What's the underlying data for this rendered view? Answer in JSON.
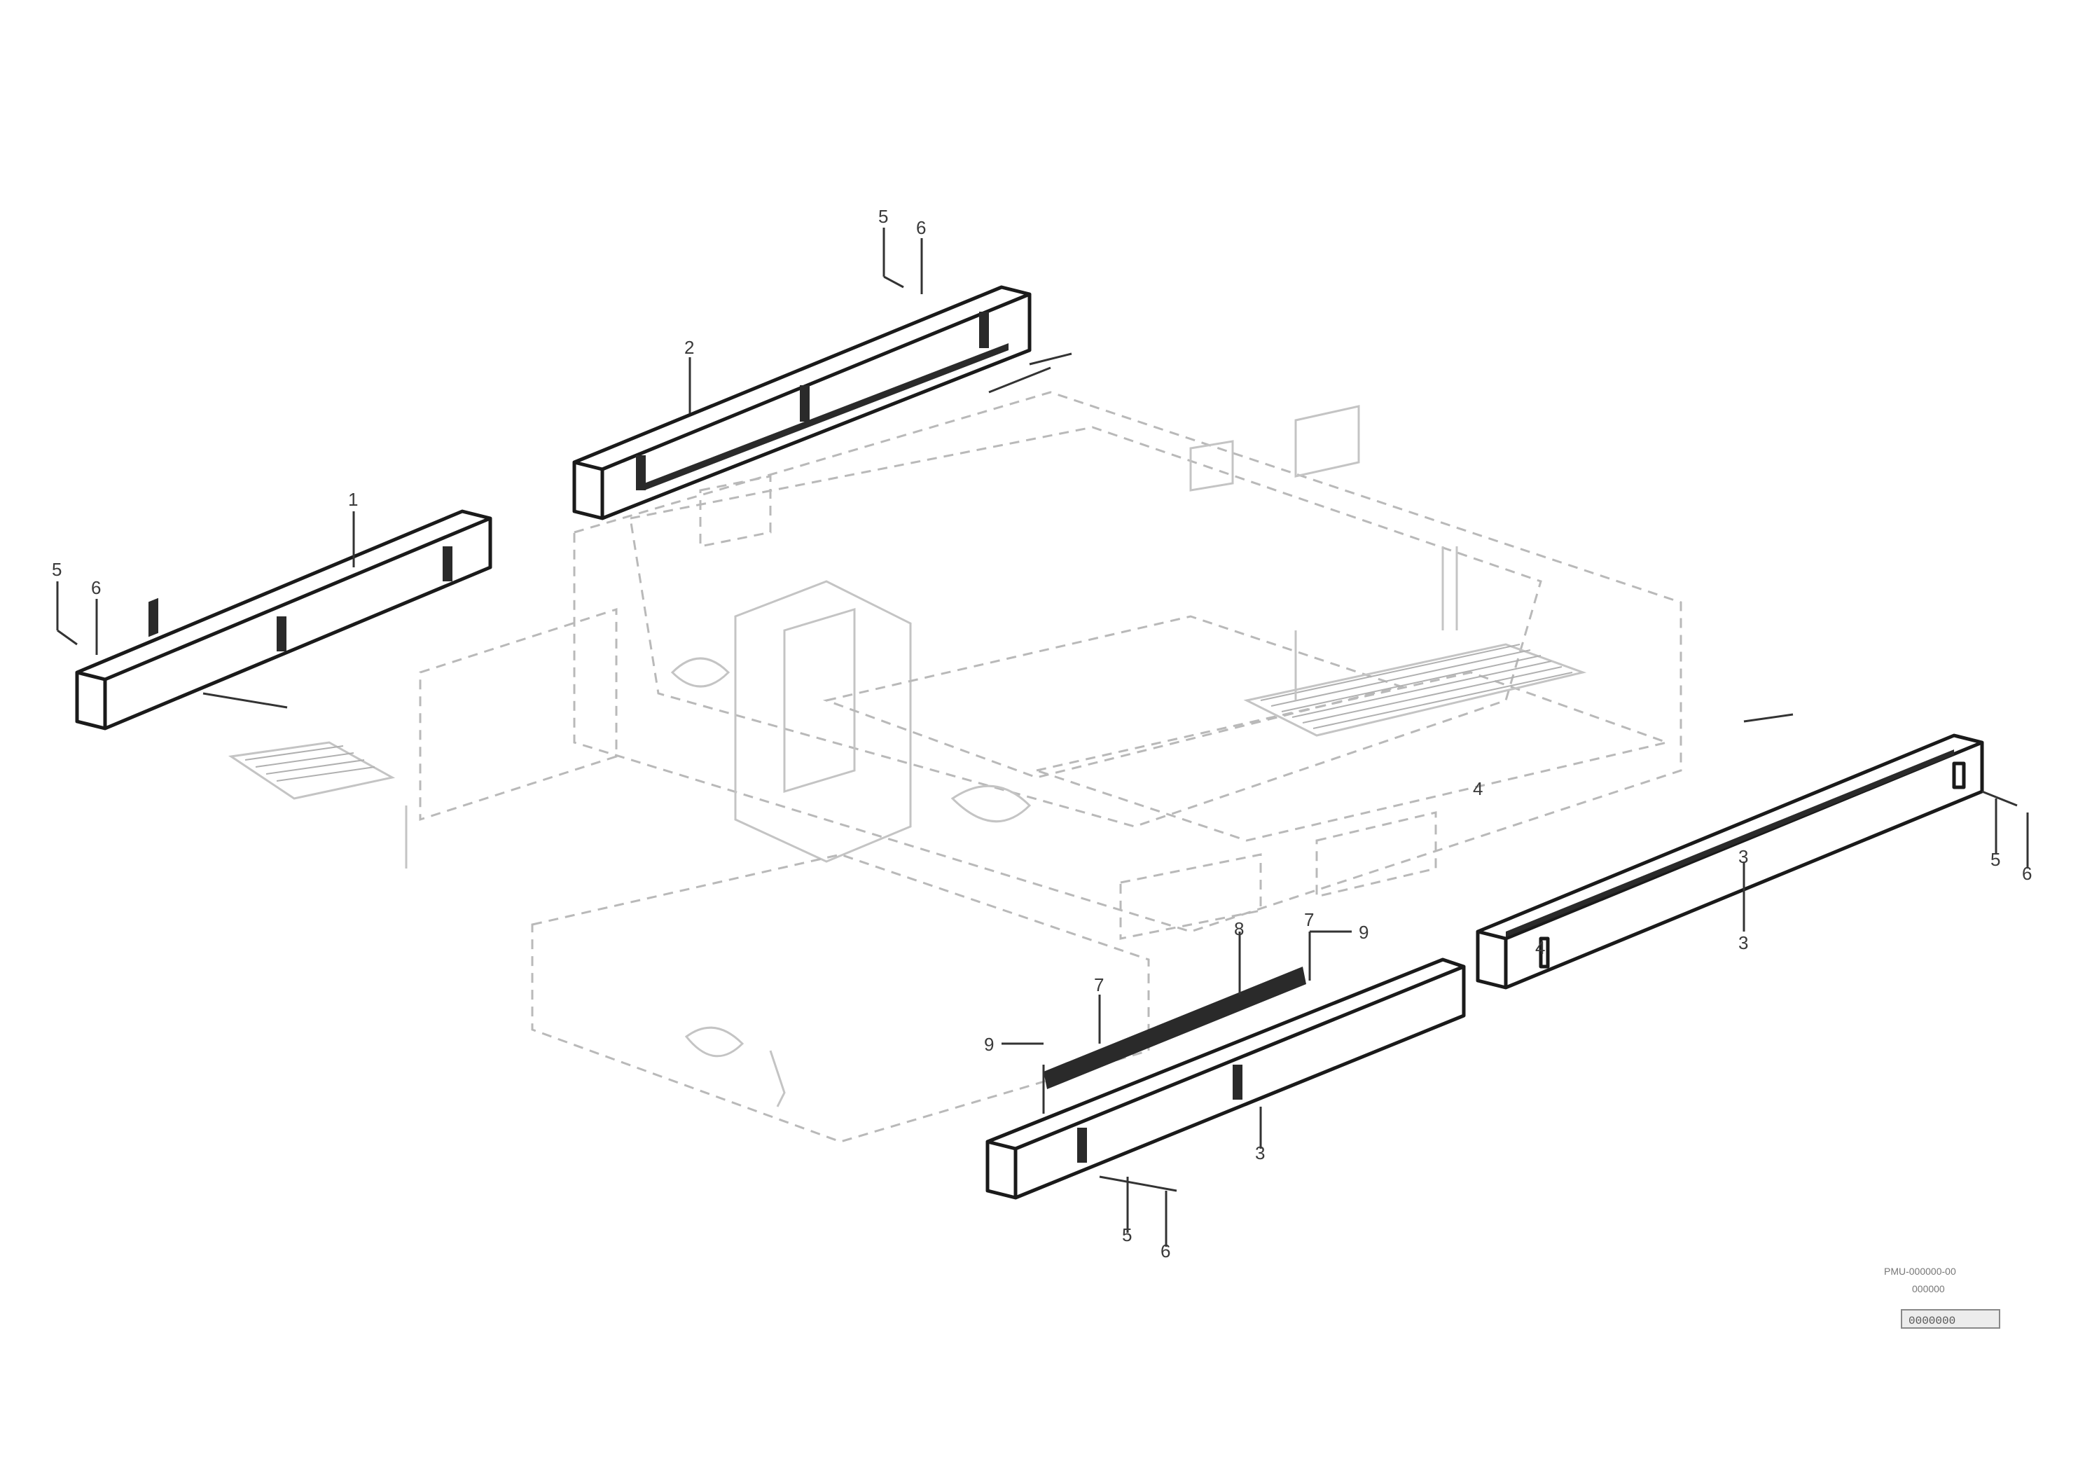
{
  "diagram": {
    "callouts": [
      {
        "id": "c1",
        "label": "1"
      },
      {
        "id": "c2",
        "label": "2"
      },
      {
        "id": "c3",
        "label": "3"
      },
      {
        "id": "c4",
        "label": "4"
      },
      {
        "id": "c5",
        "label": "5"
      },
      {
        "id": "c6",
        "label": "6"
      },
      {
        "id": "c7",
        "label": "7"
      },
      {
        "id": "c8",
        "label": "8"
      },
      {
        "id": "c9",
        "label": "9"
      },
      {
        "id": "c10",
        "label": "5"
      },
      {
        "id": "c11",
        "label": "6"
      },
      {
        "id": "c12",
        "label": "7"
      },
      {
        "id": "c13",
        "label": "9"
      },
      {
        "id": "c14",
        "label": "3"
      },
      {
        "id": "c15",
        "label": "5"
      },
      {
        "id": "c16",
        "label": "6"
      },
      {
        "id": "c17",
        "label": "4"
      },
      {
        "id": "c18",
        "label": "3"
      },
      {
        "id": "c19",
        "label": "5"
      },
      {
        "id": "c20",
        "label": "6"
      }
    ],
    "reference": {
      "line1": "PMU-000000-00",
      "line2": "000000",
      "code": "0000000"
    }
  }
}
